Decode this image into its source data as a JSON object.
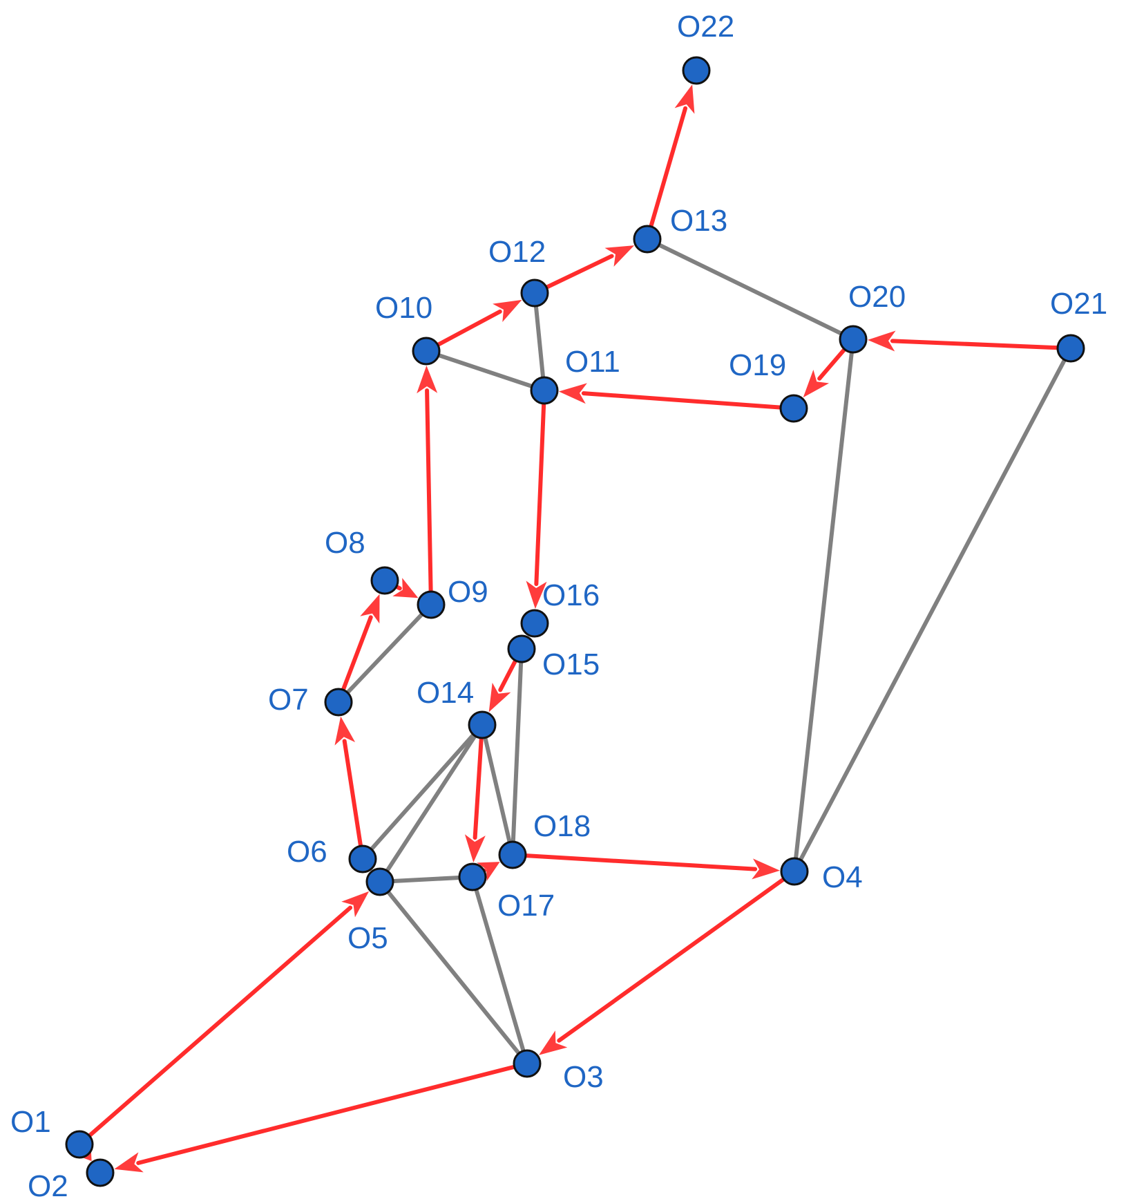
{
  "graph": {
    "colors": {
      "node_fill": "#1f66c4",
      "node_stroke": "#111111",
      "label": "#1f66c4",
      "plain_edge": "#808080",
      "directed_edge": "#ff1a1a"
    },
    "nodes": [
      {
        "id": "O1",
        "label": "O1"
      },
      {
        "id": "O2",
        "label": "O2"
      },
      {
        "id": "O3",
        "label": "O3"
      },
      {
        "id": "O4",
        "label": "O4"
      },
      {
        "id": "O5",
        "label": "O5"
      },
      {
        "id": "O6",
        "label": "O6"
      },
      {
        "id": "O7",
        "label": "O7"
      },
      {
        "id": "O8",
        "label": "O8"
      },
      {
        "id": "O9",
        "label": "O9"
      },
      {
        "id": "O10",
        "label": "O10"
      },
      {
        "id": "O11",
        "label": "O11"
      },
      {
        "id": "O12",
        "label": "O12"
      },
      {
        "id": "O13",
        "label": "O13"
      },
      {
        "id": "O14",
        "label": "O14"
      },
      {
        "id": "O15",
        "label": "O15"
      },
      {
        "id": "O16",
        "label": "O16"
      },
      {
        "id": "O17",
        "label": "O17"
      },
      {
        "id": "O18",
        "label": "O18"
      },
      {
        "id": "O19",
        "label": "O19"
      },
      {
        "id": "O20",
        "label": "O20"
      },
      {
        "id": "O21",
        "label": "O21"
      },
      {
        "id": "O22",
        "label": "O22"
      }
    ],
    "undirected_edges": [
      [
        "O5",
        "O3"
      ],
      [
        "O17",
        "O3"
      ],
      [
        "O5",
        "O17"
      ],
      [
        "O6",
        "O14"
      ],
      [
        "O5",
        "O14"
      ],
      [
        "O14",
        "O18"
      ],
      [
        "O18",
        "O15"
      ],
      [
        "O7",
        "O9"
      ],
      [
        "O10",
        "O11"
      ],
      [
        "O11",
        "O12"
      ],
      [
        "O13",
        "O20"
      ],
      [
        "O20",
        "O4"
      ],
      [
        "O21",
        "O4"
      ]
    ],
    "directed_edges": [
      [
        "O1",
        "O2"
      ],
      [
        "O1",
        "O5"
      ],
      [
        "O3",
        "O2"
      ],
      [
        "O4",
        "O3"
      ],
      [
        "O5",
        "O6"
      ],
      [
        "O6",
        "O7"
      ],
      [
        "O7",
        "O8"
      ],
      [
        "O8",
        "O9"
      ],
      [
        "O9",
        "O10"
      ],
      [
        "O10",
        "O12"
      ],
      [
        "O12",
        "O13"
      ],
      [
        "O13",
        "O22"
      ],
      [
        "O21",
        "O20"
      ],
      [
        "O20",
        "O19"
      ],
      [
        "O19",
        "O11"
      ],
      [
        "O11",
        "O16"
      ],
      [
        "O15",
        "O14"
      ],
      [
        "O14",
        "O17"
      ],
      [
        "O17",
        "O18"
      ],
      [
        "O18",
        "O4"
      ]
    ]
  }
}
